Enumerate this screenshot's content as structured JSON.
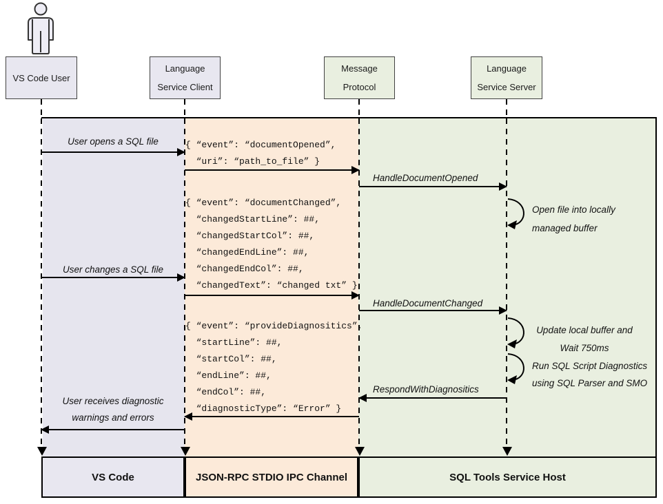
{
  "colors": {
    "region-vscode": "#e6e5ee",
    "region-ipc": "#fcead9",
    "region-host": "#e9efe0",
    "box-lavender": "#e8e7f0",
    "box-green": "#e9efe0"
  },
  "lifelines": [
    {
      "name": "VS Code User",
      "lines": [
        "VS Code User"
      ]
    },
    {
      "name": "Language Service Client",
      "lines": [
        "Language",
        "Service Client"
      ]
    },
    {
      "name": "Message Protocol",
      "lines": [
        "Message",
        "Protocol"
      ]
    },
    {
      "name": "Language Service Server",
      "lines": [
        "Language",
        "Service Server"
      ]
    }
  ],
  "flows": {
    "user_opens": "User opens a SQL file",
    "msg_doc_opened": "{ “event”: “documentOpened”,\n  “uri”: “path_to_file” }",
    "handle_doc_opened": "HandleDocumentOpened",
    "note_open_file": "Open file into locally\nmanaged buffer",
    "msg_doc_changed": "{ “event”: “documentChanged”,\n  “changedStartLine”: ##,\n  “changedStartCol”: ##,\n  “changedEndLine”: ##,\n  “changedEndCol”: ##,\n  “changedText”: “changed txt” }",
    "user_changes": "User changes a SQL file",
    "handle_doc_changed": "HandleDocumentChanged",
    "note_update_buffer": "Update local buffer and\nWait 750ms",
    "note_run_diagnostics": "Run SQL Script Diagnostics\nusing SQL Parser and SMO",
    "respond_with_diagnostics": "RespondWithDiagnositics",
    "msg_provide_diagnostics": "{ “event”: “provideDiagnositics”,\n  “startLine”: ##,\n  “startCol”: ##,\n  “endLine”: ##,\n  “endCol”: ##,\n  “diagnosticType”: “Error” }",
    "user_receives": "User receives diagnostic\nwarnings and errors"
  },
  "footers": [
    {
      "label": "VS Code"
    },
    {
      "label": "JSON-RPC STDIO IPC Channel"
    },
    {
      "label": "SQL Tools Service Host"
    }
  ]
}
